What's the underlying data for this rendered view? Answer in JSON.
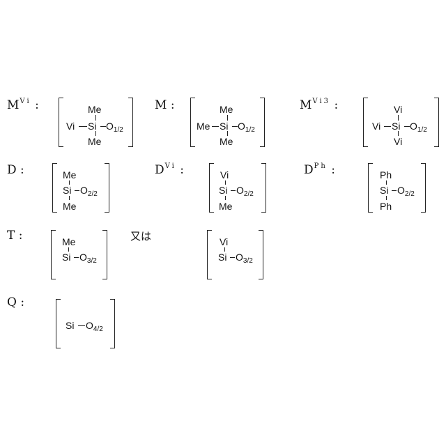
{
  "labels": {
    "m_vi": {
      "base": "M",
      "sup": "Vi",
      "colon": ":"
    },
    "m": {
      "base": "M",
      "colon": ":"
    },
    "m_vi3": {
      "base": "M",
      "sup": "Vi3",
      "colon": ":"
    },
    "d": {
      "base": "D",
      "colon": ":"
    },
    "d_vi": {
      "base": "D",
      "sup": "Vi",
      "colon": ":"
    },
    "d_ph": {
      "base": "D",
      "sup": "Ph",
      "colon": ":"
    },
    "t": {
      "base": "T",
      "colon": ":"
    },
    "q": {
      "base": "Q",
      "colon": ":"
    }
  },
  "or_text": "又は",
  "units": {
    "m_vi": {
      "top": "Me",
      "left": "Vi",
      "center": "Si",
      "o": "O",
      "sub": "1/2",
      "bottom": "Me"
    },
    "m": {
      "top": "Me",
      "left": "Me",
      "center": "Si",
      "o": "O",
      "sub": "1/2",
      "bottom": "Me"
    },
    "m_vi3": {
      "top": "Vi",
      "left": "Vi",
      "center": "Si",
      "o": "O",
      "sub": "1/2",
      "bottom": "Vi"
    },
    "d": {
      "top": "Me",
      "center": "Si",
      "o": "O",
      "sub": "2/2",
      "bottom": "Me"
    },
    "d_vi": {
      "top": "Vi",
      "center": "Si",
      "o": "O",
      "sub": "2/2",
      "bottom": "Me"
    },
    "d_ph": {
      "top": "Ph",
      "center": "Si",
      "o": "O",
      "sub": "2/2",
      "bottom": "Ph"
    },
    "t_me": {
      "top": "Me",
      "center": "Si",
      "o": "O",
      "sub": "3/2"
    },
    "t_vi": {
      "top": "Vi",
      "center": "Si",
      "o": "O",
      "sub": "3/2"
    },
    "q": {
      "center": "Si",
      "o": "O",
      "sub": "4/2"
    }
  }
}
